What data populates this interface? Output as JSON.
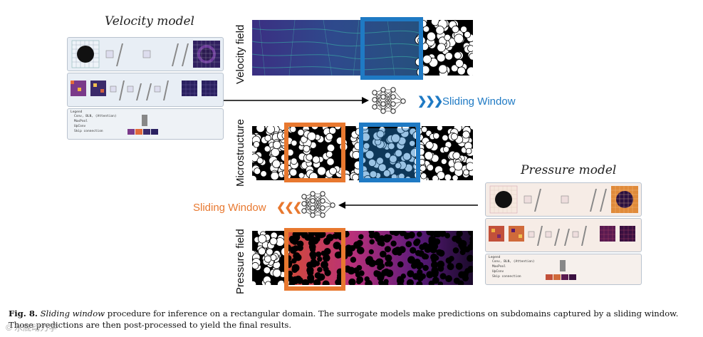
{
  "velocity_model": {
    "title": "Velocity model"
  },
  "pressure_model": {
    "title": "Pressure model"
  },
  "rows": {
    "velocity": {
      "label": "Velocity field"
    },
    "micro": {
      "label": "Microstructure"
    },
    "pressure": {
      "label": "Pressure field"
    }
  },
  "sliding_top": {
    "label": "Sliding Window",
    "color": "#1f7ac4"
  },
  "sliding_bottom": {
    "label": "Sliding Window",
    "color": "#e8782f"
  },
  "legend": {
    "items": [
      "Conv, BLN, (Attention)",
      "MaxPool",
      "UpConv",
      "Skip connection"
    ],
    "header": "Legend"
  },
  "caption": {
    "fig": "Fig. 8.",
    "emph": "Sliding window",
    "text": " procedure for inference on a rectangular domain. The surrogate models make predictions on subdomains captured by a sliding window. Those predictions are then post-processed to yield the final results."
  },
  "watermark": "© 水底动力学"
}
